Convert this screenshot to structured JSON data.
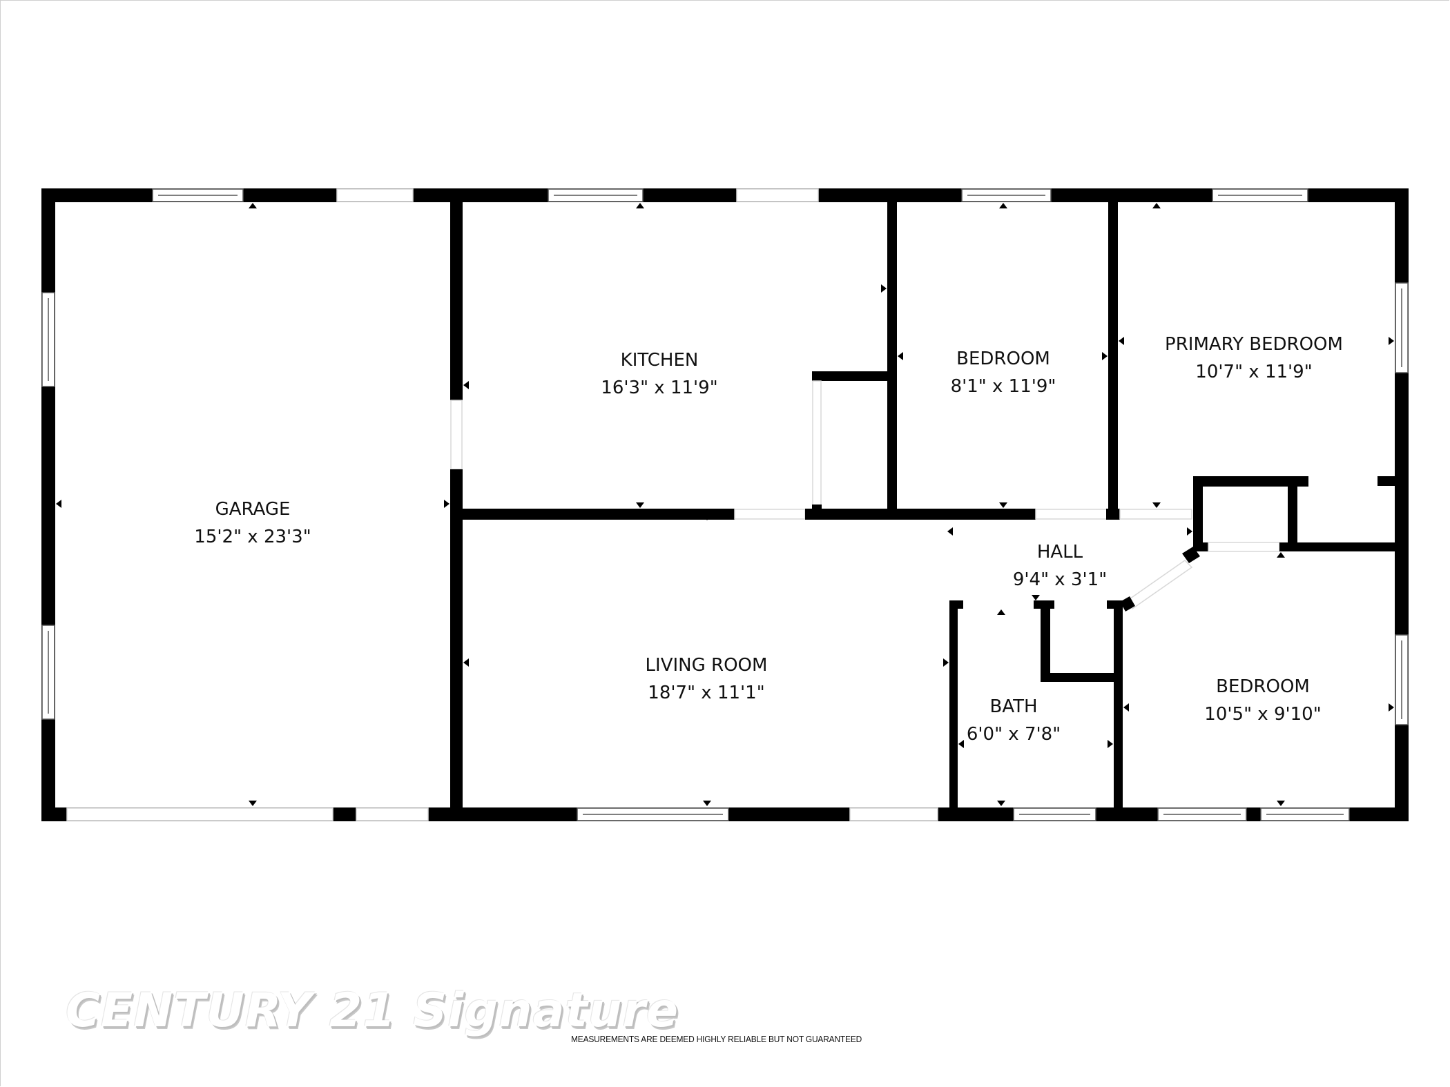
{
  "floorplan": {
    "rooms": [
      {
        "id": "garage",
        "name": "GARAGE",
        "dims": "15'2\" x 23'3\""
      },
      {
        "id": "kitchen",
        "name": "KITCHEN",
        "dims": "16'3\" x 11'9\""
      },
      {
        "id": "bedroom-1",
        "name": "BEDROOM",
        "dims": "8'1\" x 11'9\""
      },
      {
        "id": "primary-bedroom",
        "name": "PRIMARY BEDROOM",
        "dims": "10'7\" x 11'9\""
      },
      {
        "id": "hall",
        "name": "HALL",
        "dims": "9'4\" x 3'1\""
      },
      {
        "id": "living-room",
        "name": "LIVING ROOM",
        "dims": "18'7\" x 11'1\""
      },
      {
        "id": "bath",
        "name": "BATH",
        "dims": "6'0\" x 7'8\""
      },
      {
        "id": "bedroom-2",
        "name": "BEDROOM",
        "dims": "10'5\" x 9'10\""
      }
    ]
  },
  "branding": {
    "watermark": "CENTURY 21 Signature",
    "disclaimer": "MEASUREMENTS ARE DEEMED HIGHLY RELIABLE BUT NOT GUARANTEED"
  },
  "colors": {
    "wall": "#000000",
    "background": "#ffffff",
    "watermark_shadow": "#bdbdbd"
  }
}
